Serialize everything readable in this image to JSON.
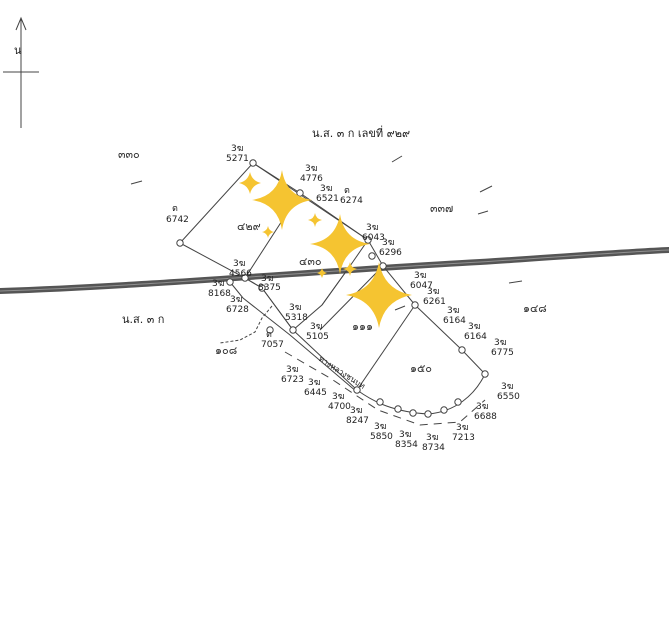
{
  "north": {
    "label": "น"
  },
  "titles": {
    "top_deed": "น.ส. ๓ ก เลขที่ ๙๒๙",
    "left_deed": "น.ส. ๓ ก",
    "road_name": "ทางหลวงชนบท"
  },
  "parcels": {
    "p330": "๓๓๐",
    "p429": "๔๒๙",
    "p430": "๔๓๐",
    "p337": "๓๓๗",
    "p111": "๑๑๑",
    "p150": "๑๕๐",
    "p148": "๑๔๘",
    "p108": "๑๐๘"
  },
  "markers": [
    {
      "id": "m01",
      "prefix": "3ฆ",
      "code": "5271"
    },
    {
      "id": "m02",
      "prefix": "3ฆ",
      "code": "4776"
    },
    {
      "id": "m03",
      "prefix": "3ฆ",
      "code": "6521"
    },
    {
      "id": "m04",
      "prefix": "ต",
      "code": "6274"
    },
    {
      "id": "m05",
      "prefix": "ต",
      "code": "6742"
    },
    {
      "id": "m06",
      "prefix": "3ฆ",
      "code": "6043"
    },
    {
      "id": "m07",
      "prefix": "3ฆ",
      "code": "6296"
    },
    {
      "id": "m08",
      "prefix": "3ฆ",
      "code": "4566"
    },
    {
      "id": "m09",
      "prefix": "3ฆ",
      "code": "8375"
    },
    {
      "id": "m10",
      "prefix": "3ฆ",
      "code": "8168"
    },
    {
      "id": "m11",
      "prefix": "3ฆ",
      "code": "6728"
    },
    {
      "id": "m12",
      "prefix": "3ฆ",
      "code": "6047"
    },
    {
      "id": "m13",
      "prefix": "3ฆ",
      "code": "6261"
    },
    {
      "id": "m14",
      "prefix": "3ฆ",
      "code": "5318"
    },
    {
      "id": "m15",
      "prefix": "3ฆ",
      "code": "5105"
    },
    {
      "id": "m16",
      "prefix": "ต",
      "code": "7057"
    },
    {
      "id": "m17",
      "prefix": "3ฆ",
      "code": "6164"
    },
    {
      "id": "m18",
      "prefix": "3ฆ",
      "code": "6164"
    },
    {
      "id": "m19",
      "prefix": "3ฆ",
      "code": "6775"
    },
    {
      "id": "m20",
      "prefix": "3ฆ",
      "code": "6723"
    },
    {
      "id": "m21",
      "prefix": "3ฆ",
      "code": "6445"
    },
    {
      "id": "m22",
      "prefix": "3ฆ",
      "code": "4700"
    },
    {
      "id": "m23",
      "prefix": "3ฆ",
      "code": "8247"
    },
    {
      "id": "m24",
      "prefix": "3ฆ",
      "code": "5850"
    },
    {
      "id": "m25",
      "prefix": "3ฆ",
      "code": "8354"
    },
    {
      "id": "m26",
      "prefix": "3ฆ",
      "code": "8734"
    },
    {
      "id": "m27",
      "prefix": "3ฆ",
      "code": "7213"
    },
    {
      "id": "m28",
      "prefix": "3ฆ",
      "code": "6688"
    },
    {
      "id": "m29",
      "prefix": "3ฆ",
      "code": "6550"
    }
  ],
  "colors": {
    "line": "#444444",
    "road": "#555555",
    "sparkle": "#f5c431"
  }
}
